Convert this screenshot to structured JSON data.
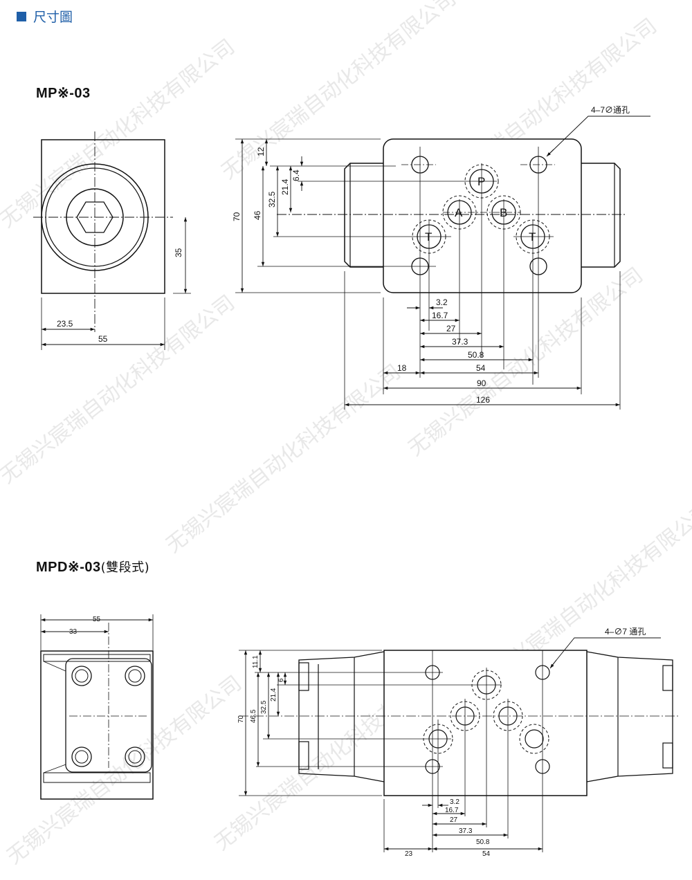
{
  "header": {
    "title": "尺寸圖",
    "accent": "#1f5fa8"
  },
  "watermark": "无锡兴宸瑞自动化科技有限公司",
  "model1": {
    "name": "MP※-03",
    "hole_note": "4–7∅通孔",
    "ports": {
      "p": "P",
      "a": "A",
      "b": "B",
      "t1": "T",
      "t2": "T"
    },
    "front": {
      "d_23_5": "23.5",
      "d_55": "55",
      "d_35": "35"
    },
    "side": {
      "v12": "12",
      "v6_4": "6.4",
      "v21_4": "21.4",
      "v32_5": "32.5",
      "v46": "46",
      "v70": "70",
      "h3_2": "3.2",
      "h16_7": "16.7",
      "h27": "27",
      "h37_3": "37.3",
      "h50_8": "50.8",
      "h54": "54",
      "h18": "18",
      "h90": "90",
      "h126": "126"
    }
  },
  "model2": {
    "name": "MPD※-03",
    "suffix": "(雙段式)",
    "hole_note": "4–∅7 通孔",
    "front": {
      "d55": "55",
      "d33": "33"
    },
    "side": {
      "v11_1": "11.1",
      "v6": "6",
      "v21_4": "21.4",
      "v32_5": "32.5",
      "v46_5": "46.5",
      "v70": "70",
      "h3_2": "3.2",
      "h16_7": "16.7",
      "h27": "27",
      "h37_3": "37.3",
      "h50_8": "50.8",
      "h23": "23",
      "h54": "54"
    }
  }
}
